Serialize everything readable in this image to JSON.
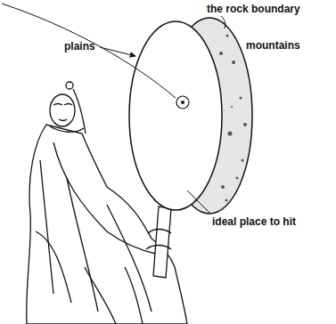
{
  "diagram": {
    "labels": [
      "the rock boundary",
      "plains",
      "mountains",
      "ideal place to hit"
    ]
  }
}
